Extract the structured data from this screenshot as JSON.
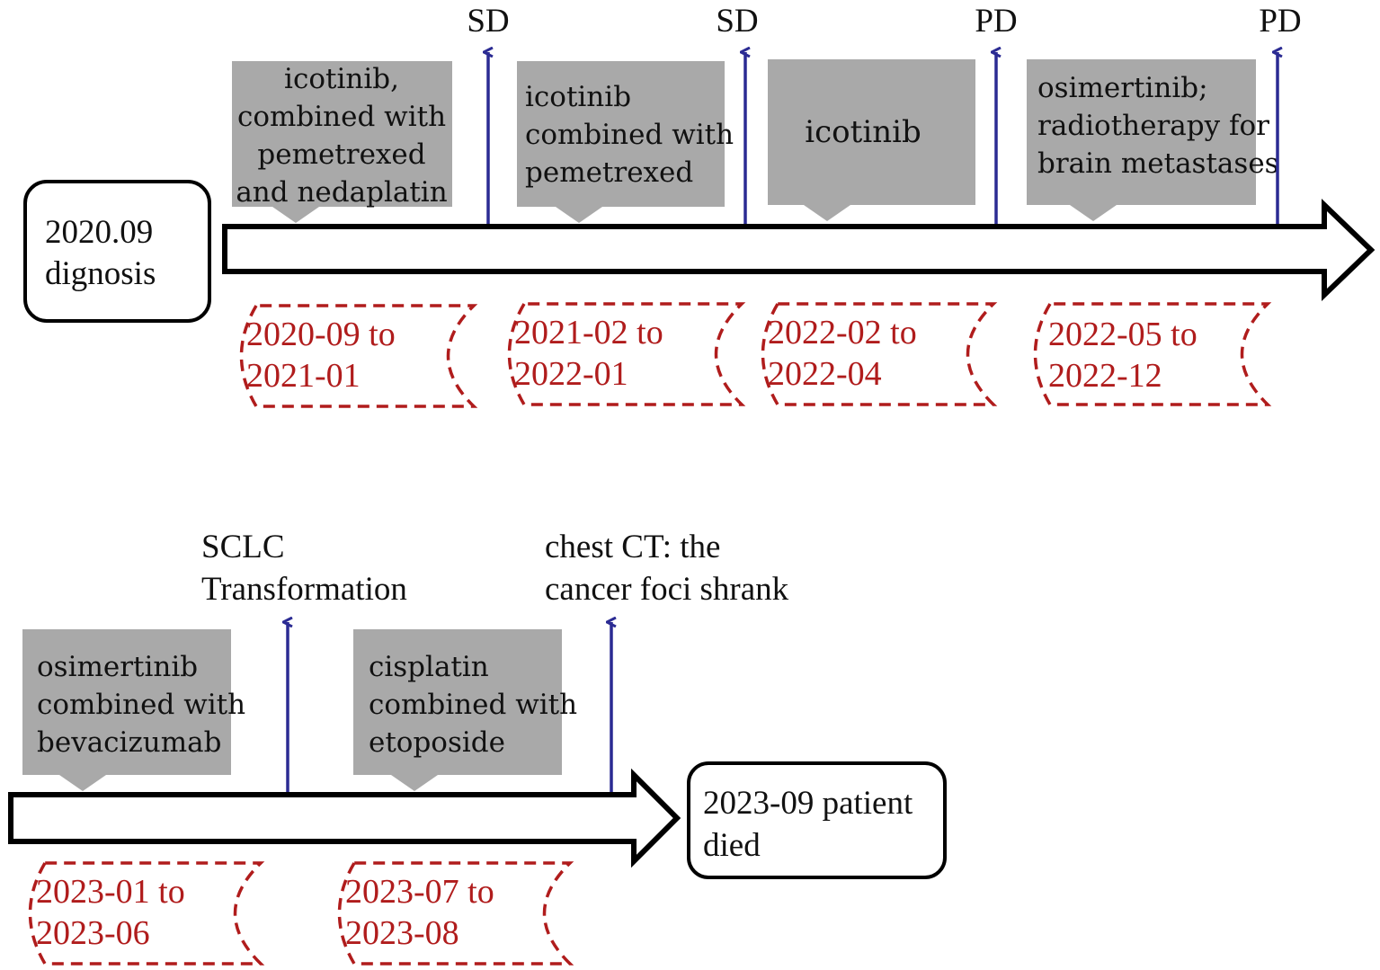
{
  "colors": {
    "box_fill": "#a9a9a9",
    "arrow_stroke": "#000000",
    "marker": "#2b2b93",
    "date": "#b01c1c"
  },
  "start_box": [
    "2020.09",
    "dignosis"
  ],
  "end_box": [
    "2023-09 patient",
    "died"
  ],
  "row1": {
    "treatments": [
      [
        "icotinib,",
        "combined with",
        "pemetrexed",
        "and nedaplatin"
      ],
      [
        "icotinib",
        "combined with",
        "pemetrexed"
      ],
      [
        "icotinib"
      ],
      [
        "osimertinib;",
        "radiotherapy for",
        "brain metastases"
      ]
    ],
    "responses": [
      "SD",
      "SD",
      "PD",
      "PD"
    ],
    "dates": [
      [
        "2020-09 to",
        "2021-01"
      ],
      [
        "2021-02 to",
        "2022-01"
      ],
      [
        "2022-02 to",
        "2022-04"
      ],
      [
        "2022-05 to",
        "2022-12"
      ]
    ]
  },
  "row2": {
    "treatments": [
      [
        "osimertinib",
        "combined with",
        "bevacizumab"
      ],
      [
        "cisplatin",
        "combined with",
        "etoposide"
      ]
    ],
    "events": [
      [
        "SCLC",
        "Transformation"
      ],
      [
        "chest CT: the",
        "cancer foci shrank"
      ]
    ],
    "dates": [
      [
        "2023-01 to",
        "2023-06"
      ],
      [
        "2023-07 to",
        "2023-08"
      ]
    ]
  }
}
